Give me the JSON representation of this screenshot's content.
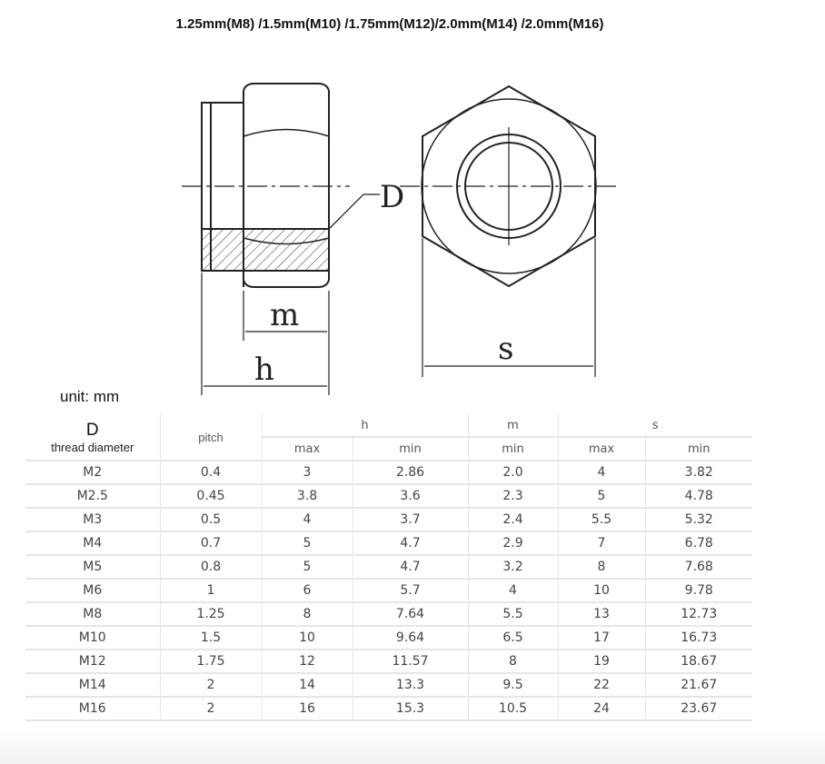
{
  "title": "1.25mm(M8) /1.5mm(M10) /1.75mm(M12)/2.0mm(M14) /2.0mm(M16)",
  "drawing": {
    "label_D": "D",
    "label_m": "m",
    "label_h": "h",
    "label_s": "s"
  },
  "unit": "unit: mm",
  "table": {
    "header": {
      "d": "D",
      "d_sub": "thread diameter",
      "pitch": "pitch",
      "h": "h",
      "m": "m",
      "s": "s",
      "h_max": "max",
      "h_min": "min",
      "m_min": "min",
      "s_max": "max",
      "s_min": "min"
    },
    "rows": [
      [
        "M2",
        "0.4",
        "3",
        "2.86",
        "2.0",
        "4",
        "3.82"
      ],
      [
        "M2.5",
        "0.45",
        "3.8",
        "3.6",
        "2.3",
        "5",
        "4.78"
      ],
      [
        "M3",
        "0.5",
        "4",
        "3.7",
        "2.4",
        "5.5",
        "5.32"
      ],
      [
        "M4",
        "0.7",
        "5",
        "4.7",
        "2.9",
        "7",
        "6.78"
      ],
      [
        "M5",
        "0.8",
        "5",
        "4.7",
        "3.2",
        "8",
        "7.68"
      ],
      [
        "M6",
        "1",
        "6",
        "5.7",
        "4",
        "10",
        "9.78"
      ],
      [
        "M8",
        "1.25",
        "8",
        "7.64",
        "5.5",
        "13",
        "12.73"
      ],
      [
        "M10",
        "1.5",
        "10",
        "9.64",
        "6.5",
        "17",
        "16.73"
      ],
      [
        "M12",
        "1.75",
        "12",
        "11.57",
        "8",
        "19",
        "18.67"
      ],
      [
        "M14",
        "2",
        "14",
        "13.3",
        "9.5",
        "22",
        "21.67"
      ],
      [
        "M16",
        "2",
        "16",
        "15.3",
        "10.5",
        "24",
        "23.67"
      ]
    ]
  }
}
